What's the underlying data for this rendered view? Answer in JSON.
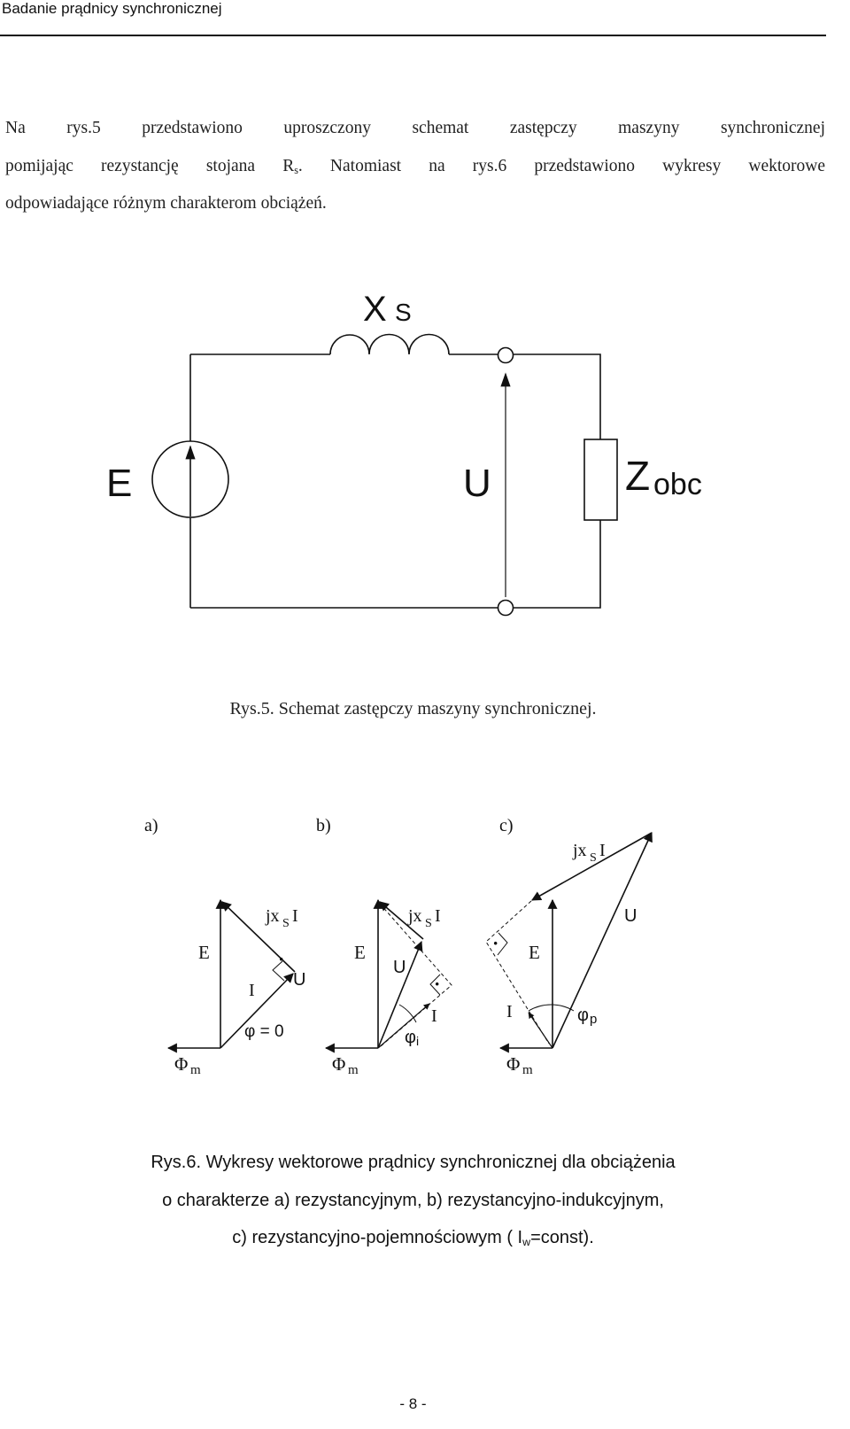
{
  "header": {
    "title": "Badanie prądnicy synchronicznej"
  },
  "paragraph": {
    "line1": "Na rys.5 przedstawiono uproszczony schemat zastępczy maszyny synchronicznej",
    "line2a": "pomijając rezystancję stojana R",
    "line2_sub": "s",
    "line2b": ". Natomiast na rys.6 przedstawiono wykresy wektorowe",
    "line3": "odpowiadające różnym charakterom obciążeń."
  },
  "circuit": {
    "xs_main": "X",
    "xs_sub": "S",
    "e_label": "E",
    "u_label": "U",
    "z_main": "Z",
    "z_sub": "obc"
  },
  "figure5_caption": "Rys.5. Schemat zastępczy maszyny synchronicznej.",
  "diagrams": {
    "a": {
      "tag": "a)",
      "jx": "jx",
      "s": "S",
      "i": "I",
      "e": "E",
      "u": "U",
      "cur": "I",
      "phi": "φ = 0",
      "phi_m": "Φ",
      "phi_m_sub": "m",
      "dot": "·"
    },
    "b": {
      "tag": "b)",
      "jx": "jx",
      "s": "S",
      "i": "I",
      "e": "E",
      "u": "U",
      "cur": "I",
      "phi": "φ",
      "phi_sub": "i",
      "phi_m": "Φ",
      "phi_m_sub": "m",
      "dot": "·"
    },
    "c": {
      "tag": "c)",
      "jx": "jx",
      "s": "S",
      "i": "I",
      "e": "E",
      "u": "U",
      "cur": "I",
      "phi": "φ",
      "phi_sub": "p",
      "phi_m": "Φ",
      "phi_m_sub": "m",
      "dot": "·"
    }
  },
  "figure6_caption": {
    "line1": "Rys.6. Wykresy wektorowe prądnicy synchronicznej dla obciążenia",
    "line2": "o charakterze a) rezystancyjnym, b) rezystancyjno-indukcyjnym,",
    "line3a": "c) rezystancyjno-pojemnościowym ( I",
    "line3_sub": "w",
    "line3b": "=const)."
  },
  "page_number": "- 8 -"
}
